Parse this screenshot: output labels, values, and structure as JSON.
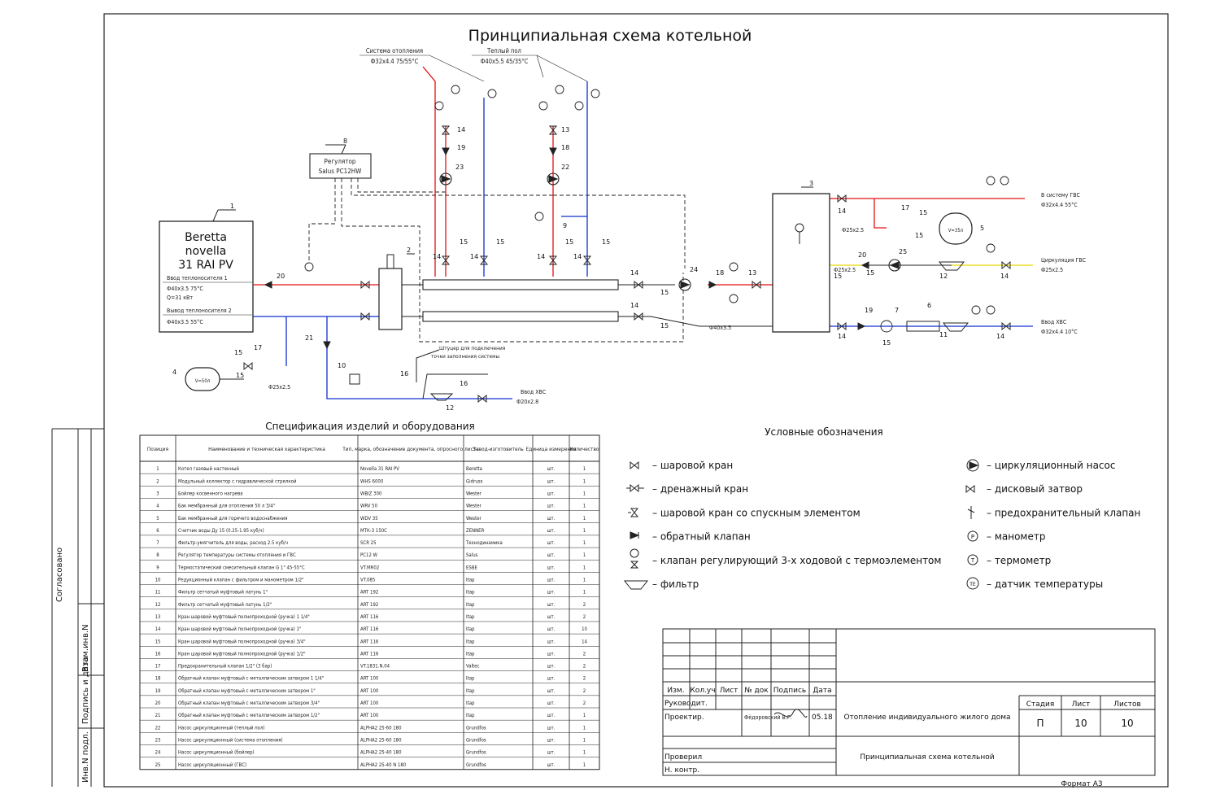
{
  "title": "Принципиальная схема котельной",
  "boiler": {
    "line1": "Beretta",
    "line2": "novella",
    "line3": "31 RAI PV",
    "out1": "Ввод теплоносителя 1",
    "out1_sub": "Ф40х3.5  75°C",
    "out1_sub2": "Q=31 кВт",
    "out2": "Вывод теплоносителя 2",
    "out2_sub": "Ф40х3.5  55°C"
  },
  "regulator": {
    "label1": "Регулятор",
    "label2": "Salus PC12HW",
    "pos": "8"
  },
  "top_labels": {
    "heating": "Система отопления",
    "heating_sub": "Ф32х4.4  75/55°C",
    "floor": "Теплый пол",
    "floor_sub": "Ф40х5.5  45/35°C"
  },
  "right_labels": {
    "hot": "В систему ГВС",
    "hot_sub": "Ф32х4.4  55°C",
    "circ": "Циркуляция ГВС",
    "circ_sub": "Ф25х2.5",
    "cold": "Ввод ХВС",
    "cold_sub": "Ф32х4.4  10°C",
    "pipe40": "Ф40х3.5",
    "pipe25": "Ф25х2.5",
    "pipe25b": "Ф25х2.5"
  },
  "bottom_labels": {
    "water": "Ввод ХВС",
    "water_sub": "Ф20х2.8",
    "drain": "Штуцер для подключения",
    "drain2": "точки заполнения системы",
    "exp": "Ф25х2.5",
    "vol": "V=50л"
  },
  "spec": {
    "title": "Спецификация изделий и оборудования",
    "headers": [
      "Позиция",
      "Наименование и техническая характеристика",
      "Тип, марка, обозначение документа, опросного листа",
      "Завод-изготовитель",
      "Единица измерения",
      "Количество"
    ],
    "rows": [
      [
        "1",
        "Котел газовый настенный",
        "Novella 31 RAI PV",
        "Beretta",
        "шт.",
        "1"
      ],
      [
        "2",
        "Модульный коллектор с гидравлической стрелкой",
        "WHS 6000",
        "Gidruss",
        "шт.",
        "1"
      ],
      [
        "3",
        "Бойлер косвенного нагрева",
        "WBIZ 300",
        "Wester",
        "шт.",
        "1"
      ],
      [
        "4",
        "Бак мембранный для отопления 50 л 3/4\"",
        "WRV 50",
        "Wester",
        "шт.",
        "1"
      ],
      [
        "5",
        "Бак мембранный для горячего водоснабжения",
        "WDV 35",
        "Wester",
        "шт.",
        "1"
      ],
      [
        "6",
        "Счетчик воды Ду 15 (0.25-1.95 куб/ч)",
        "МТК-3 150С",
        "ZENNER",
        "шт.",
        "1"
      ],
      [
        "7",
        "Фильтр-умягчитель для воды, расход 2.5 куб/ч",
        "SCR 25",
        "Технодинамика",
        "шт.",
        "1"
      ],
      [
        "8",
        "Регулятор температуры системы отопления и ГВС",
        "PC12 W",
        "Salus",
        "шт.",
        "1"
      ],
      [
        "9",
        "Термостатический смесительный клапан G 1\" 45-55°C",
        "VT.MR02",
        "ESBE",
        "шт.",
        "1"
      ],
      [
        "10",
        "Редукционный клапан с фильтром и манометром 1/2\"",
        "VT.085",
        "Itap",
        "шт.",
        "1"
      ],
      [
        "11",
        "Фильтр сетчатый муфтовый латунь 1\"",
        "ART 192",
        "Itap",
        "шт.",
        "1"
      ],
      [
        "12",
        "Фильтр сетчатый муфтовый латунь 1/2\"",
        "ART 192",
        "Itap",
        "шт.",
        "2"
      ],
      [
        "13",
        "Кран шаровой муфтовый полнопроходной (ручка) 1 1/4\"",
        "ART 116",
        "Itap",
        "шт.",
        "2"
      ],
      [
        "14",
        "Кран шаровой муфтовый полнопроходной (ручка) 1\"",
        "ART 116",
        "Itap",
        "шт.",
        "10"
      ],
      [
        "15",
        "Кран шаровой муфтовый полнопроходной (ручка) 3/4\"",
        "ART 116",
        "Itap",
        "шт.",
        "14"
      ],
      [
        "16",
        "Кран шаровой муфтовый полнопроходной (ручка) 1/2\"",
        "ART 116",
        "Itap",
        "шт.",
        "2"
      ],
      [
        "17",
        "Предохранительный клапан 1/2\" (3 бар)",
        "VT.1831.N.04",
        "Valtec",
        "шт.",
        "2"
      ],
      [
        "18",
        "Обратный клапан муфтовый с металлическим затвором 1 1/4\"",
        "ART 100",
        "Itap",
        "шт.",
        "2"
      ],
      [
        "19",
        "Обратный клапан муфтовый с металлическим затвором 1\"",
        "ART 100",
        "Itap",
        "шт.",
        "2"
      ],
      [
        "20",
        "Обратный клапан муфтовый с металлическим затвором 3/4\"",
        "ART 100",
        "Itap",
        "шт.",
        "2"
      ],
      [
        "21",
        "Обратный клапан муфтовый с металлическим затвором 1/2\"",
        "ART 100",
        "Itap",
        "шт.",
        "1"
      ],
      [
        "22",
        "Насос циркуляционный (теплый пол)",
        "ALPHA2 25-60 180",
        "Grundfos",
        "шт.",
        "1"
      ],
      [
        "23",
        "Насос циркуляционный (система отопления)",
        "ALPHA2 25-60 180",
        "Grundfos",
        "шт.",
        "1"
      ],
      [
        "24",
        "Насос циркуляционный (бойлер)",
        "ALPHA2 25-40 180",
        "Grundfos",
        "шт.",
        "1"
      ],
      [
        "25",
        "Насос циркуляционный (ГВС)",
        "ALPHA2 25-40 N 180",
        "Grundfos",
        "шт.",
        "1"
      ]
    ]
  },
  "legend": {
    "title": "Условные обозначения",
    "items_left": [
      "– шаровой кран",
      "– дренажный кран",
      "– шаровой кран со спускным элементом",
      "– обратный клапан",
      "– клапан регулирующий 3-х ходовой с термоэлементом",
      "– фильтр"
    ],
    "items_right": [
      "– циркуляционный насос",
      "– дисковый затвор",
      "– предохранительный клапан",
      "– манометр",
      "– термометр",
      "– датчик температуры"
    ],
    "sym_p": "P",
    "sym_t": "T",
    "sym_te": "ТЕ"
  },
  "stamp": {
    "h_izm": "Изм.",
    "h_kol": "Кол.уч",
    "h_list": "Лист",
    "h_doc": "№ док",
    "h_sign": "Подпись",
    "h_date": "Дата",
    "r1": "Руководит.",
    "r2": "Проектир.",
    "r2_name": "Фёдоровский В.Г.",
    "r2_date": "05.18",
    "r3": "Проверил",
    "r4": "Н. контр.",
    "project": "Отопление индивидуального жилого дома",
    "sheet_title": "Принципиальная схема котельной",
    "h_stage": "Стадия",
    "h_sheet": "Лист",
    "h_sheets": "Листов",
    "stage": "П",
    "sheet": "10",
    "sheets": "10",
    "format": "Формат А3"
  },
  "side": {
    "s1": "Согласовано",
    "s2": "Взам.инв.N",
    "s3": "Подпись и дата",
    "s4": "Инв.N подл."
  },
  "colors": {
    "supply": "#e01010",
    "return": "#1030d0",
    "yellow": "#e8d800"
  }
}
